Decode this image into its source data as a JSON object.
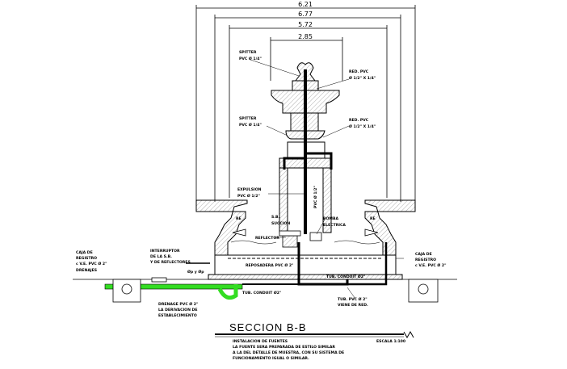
{
  "dimensions": {
    "d1": "6.21",
    "d2": "6.77",
    "d3": "5.72",
    "d4": "2.85"
  },
  "labels": {
    "spitter_top": [
      "SPITTER",
      "PVC Ø 1/4\""
    ],
    "spitter_mid": [
      "SPITTER",
      "PVC Ø 1/4\""
    ],
    "red_pvc_top": [
      "RED. PVC",
      "Ø 1/2\" X 1/4\""
    ],
    "red_pvc_mid": [
      "RED. PVC",
      "Ø 1/2\" X 1/4\""
    ],
    "expulsion": [
      "EXPULSION",
      "PVC Ø 1/2\""
    ],
    "pvc_vertical": "PVC Ø 1/2\"",
    "reflector_left": "RE",
    "reflector_right": "RE",
    "sb": [
      "S.B.",
      "SUCCION"
    ],
    "reflector_label": "REFLECTOR",
    "bomba": [
      "BOMBA",
      "ELECTRICA"
    ],
    "caja_left": [
      "CAJA DE",
      "REGISTRO",
      "c V.E. PVC Ø 2\"",
      "DRENAJES"
    ],
    "interruptor": [
      "INTERRUPTOR",
      "DE LA S.B.",
      "Y DE REFLECTORES"
    ],
    "small_note": "Øp y Øp",
    "reposadera": "REPOSADERA PVC Ø 2\"",
    "caja_right": [
      "CAJA DE",
      "REGISTRO",
      "c V.E. PVC Ø 2\""
    ],
    "drenage": [
      "DRENAGE PVC Ø 2\"",
      "LA DERIVACION DE",
      "ESTABLECIMIENTO"
    ],
    "tub_conduit_left": "TUB. CONDUIT Ø2\"",
    "tub_conduit_right": "TUB. CONDUIT Ø2\"",
    "tub_pvc": [
      "TUB. PVC Ø 2\"",
      "VIENE DE RED."
    ]
  },
  "title": {
    "main": "SECCION B-B",
    "subtitle": "INSTALACION DE FUENTES",
    "scale": "ESCALA 1:100",
    "notes": [
      "LA FUENTE SERA PREPARADA DE ESTILO SIMILAR",
      "A LA DEL DETALLE DE MUESTRA, CON SU SISTEMA DE",
      "FUNCIONAMIENTO IGUAL O SIMILAR."
    ]
  },
  "colors": {
    "line": "#000000",
    "pipe_green": "#33dd22",
    "hatch": "#bbbbbb"
  }
}
